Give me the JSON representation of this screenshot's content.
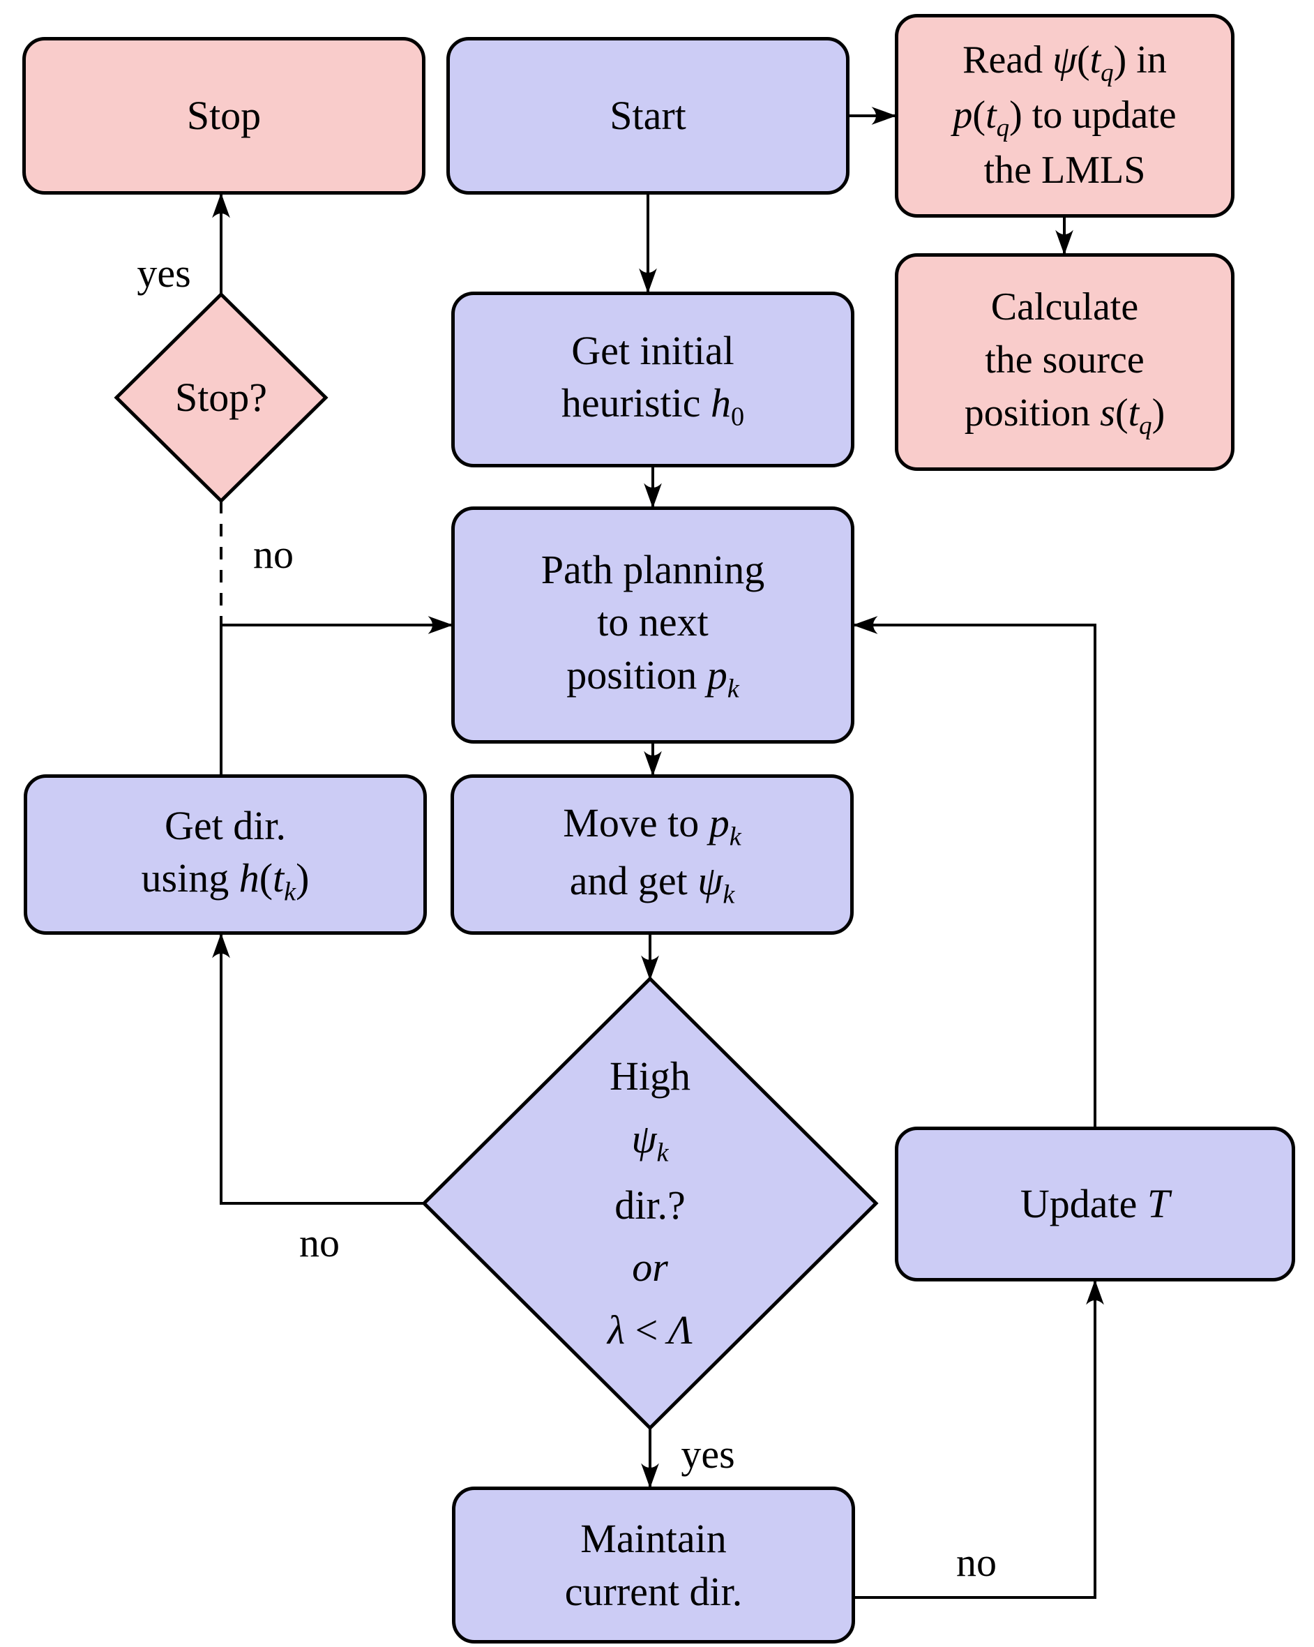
{
  "figure": {
    "type": "flowchart",
    "description": "Source-seeking / path-planning algorithm flowchart"
  },
  "colors": {
    "process_fill": "#ccccf5",
    "terminal_fill": "#f9cccb",
    "stroke": "#000000",
    "background": "#ffffff"
  },
  "nodes": {
    "stop": {
      "lines": [
        "Stop"
      ]
    },
    "start": {
      "lines": [
        "Start"
      ]
    },
    "read_lmls": {
      "lines": [
        "Read <i>ψ</i>(<i>t<sub>q</sub></i>) in",
        "<i>p</i>(<i>t<sub>q</sub></i>) to update",
        "the LMLS"
      ]
    },
    "calc_source": {
      "lines": [
        "Calculate",
        "the source",
        "position <i>s</i>(<i>t<sub>q</sub></i>)"
      ]
    },
    "stop_check": {
      "lines": [
        "Stop?"
      ]
    },
    "get_initial": {
      "lines": [
        "Get initial",
        "heuristic <i>h</i><sub>0</sub>"
      ]
    },
    "path_planning": {
      "lines": [
        "Path planning",
        "to next",
        "position <i>p<sub>k</sub></i>"
      ]
    },
    "get_dir": {
      "lines": [
        "Get dir.",
        "using <i>h</i>(<i>t<sub>k</sub></i>)"
      ]
    },
    "move": {
      "lines": [
        "Move to <i>p<sub>k</sub></i>",
        "and get <i>ψ<sub>k</sub></i>"
      ]
    },
    "high_dir": {
      "lines": [
        "High",
        "<i>ψ<sub>k</sub></i>",
        "dir.?",
        "<i>or</i>",
        "<i>λ</i> &lt; <i>Λ</i>"
      ]
    },
    "update_t": {
      "lines": [
        "Update <i>T</i>"
      ]
    },
    "maintain": {
      "lines": [
        "Maintain",
        "current dir."
      ]
    }
  },
  "edge_labels": {
    "stop_yes": "yes",
    "stop_no": "no",
    "high_no": "no",
    "high_yes": "yes",
    "maintain_no": "no"
  }
}
